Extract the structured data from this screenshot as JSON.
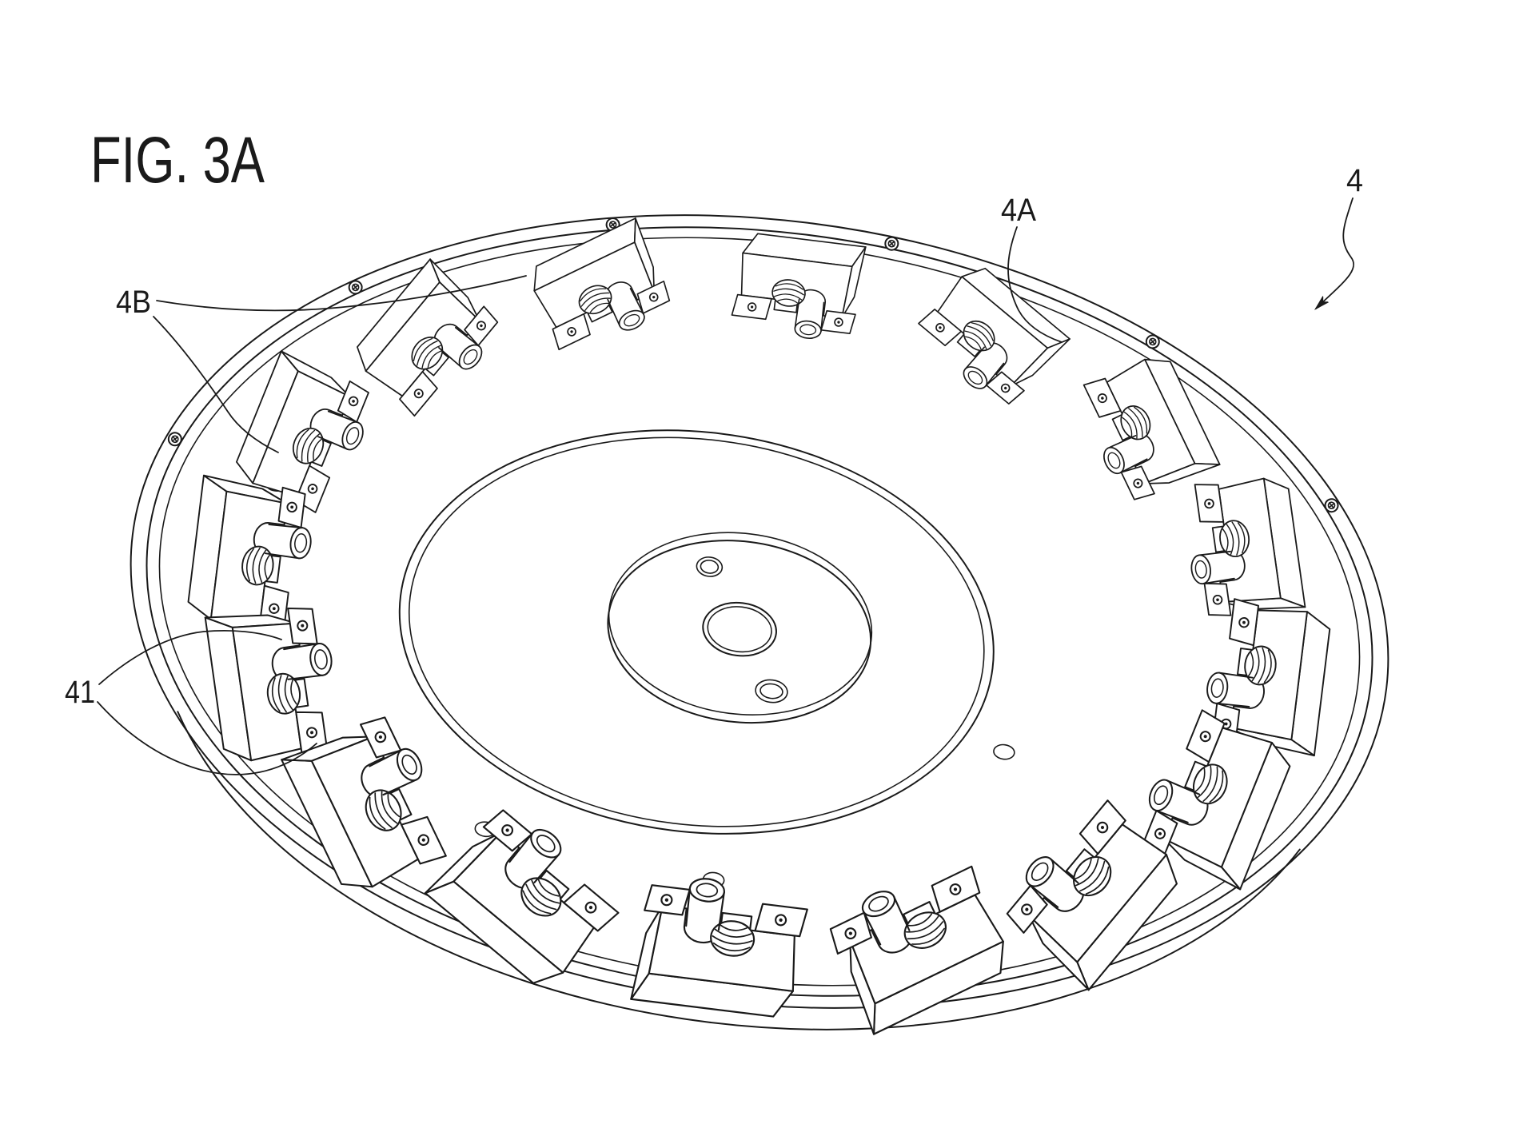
{
  "figure": {
    "title": "FIG. 3A"
  },
  "reference_labels": {
    "ref_4": "4",
    "ref_4A": "4A",
    "ref_4B": "4B",
    "ref_41": "41"
  },
  "colors": {
    "ink": "#1a1a1a",
    "background": "#ffffff"
  }
}
